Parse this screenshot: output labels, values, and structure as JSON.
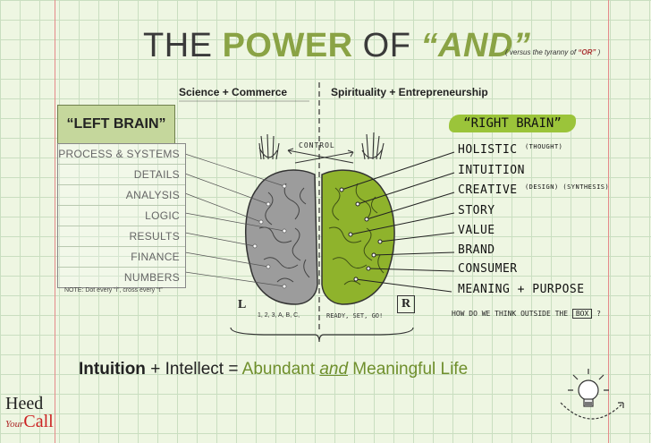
{
  "title": {
    "word1": "THE ",
    "word2": "POWER",
    "word3": " OF ",
    "word4": "“AND”",
    "note_prefix": "( versus the tyranny of ",
    "note_or": "“OR”",
    "note_suffix": " )"
  },
  "header": {
    "science": "Science + Commerce",
    "spirituality": "Spirituality + Entrepreneurship"
  },
  "left_brain": {
    "title": "“LEFT BRAIN”",
    "items": [
      "PROCESS & SYSTEMS",
      "DETAILS",
      "ANALYSIS",
      "LOGIC",
      "RESULTS",
      "FINANCE",
      "NUMBERS"
    ],
    "note": "NOTE: Dot every “i”, cross every “t”"
  },
  "right_brain": {
    "title": "“RIGHT BRAIN”",
    "items": [
      {
        "label": "HOLISTIC",
        "note": "(THOUGHT)"
      },
      {
        "label": "INTUITION",
        "note": ""
      },
      {
        "label": "CREATIVE",
        "note": "(DESIGN) (SYNTHESIS)"
      },
      {
        "label": "STORY",
        "note": ""
      },
      {
        "label": "VALUE",
        "note": ""
      },
      {
        "label": "BRAND",
        "note": ""
      },
      {
        "label": "CONSUMER",
        "note": ""
      },
      {
        "label": "MEANING + PURPOSE",
        "note": ""
      }
    ],
    "box_question_prefix": "HOW DO WE THINK OUTSIDE THE ",
    "box_word": "BOX",
    "box_question_suffix": " ?"
  },
  "diagram": {
    "control_label": "CONTROL",
    "left_letter": "L",
    "right_letter": "R",
    "left_caption": "1, 2, 3, A, B, C,",
    "right_caption": "READY, SET, GO!"
  },
  "equation": {
    "part1": "Intuition",
    "part2": " + Intellect = ",
    "part3": "Abundant ",
    "part4": "and",
    "part5": " Meaningful Life"
  },
  "brand": {
    "line1": "Heed",
    "line2": "Your",
    "line3": "Call"
  },
  "colors": {
    "accent_green": "#8aa345",
    "brain_green": "#8fb32c",
    "brain_gray": "#9c9c9c",
    "brand_red": "#c22222"
  }
}
